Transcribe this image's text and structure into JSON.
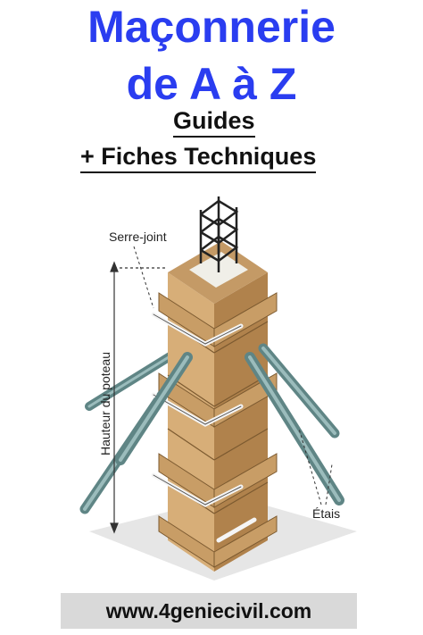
{
  "cover": {
    "title_line1": "Maçonnerie",
    "title_line2": "de A à Z",
    "subtitle_line1": "Guides",
    "subtitle_line2": "+ Fiches Techniques"
  },
  "illustration": {
    "label_clamp": "Serre-joint",
    "label_height": "Hauteur du poteau",
    "label_props": "Étais"
  },
  "footer": {
    "url": "www.4geniecivil.com"
  },
  "colors": {
    "title": "#2a3df0",
    "wood": "#caa06a",
    "prop": "#7fa3a3"
  }
}
